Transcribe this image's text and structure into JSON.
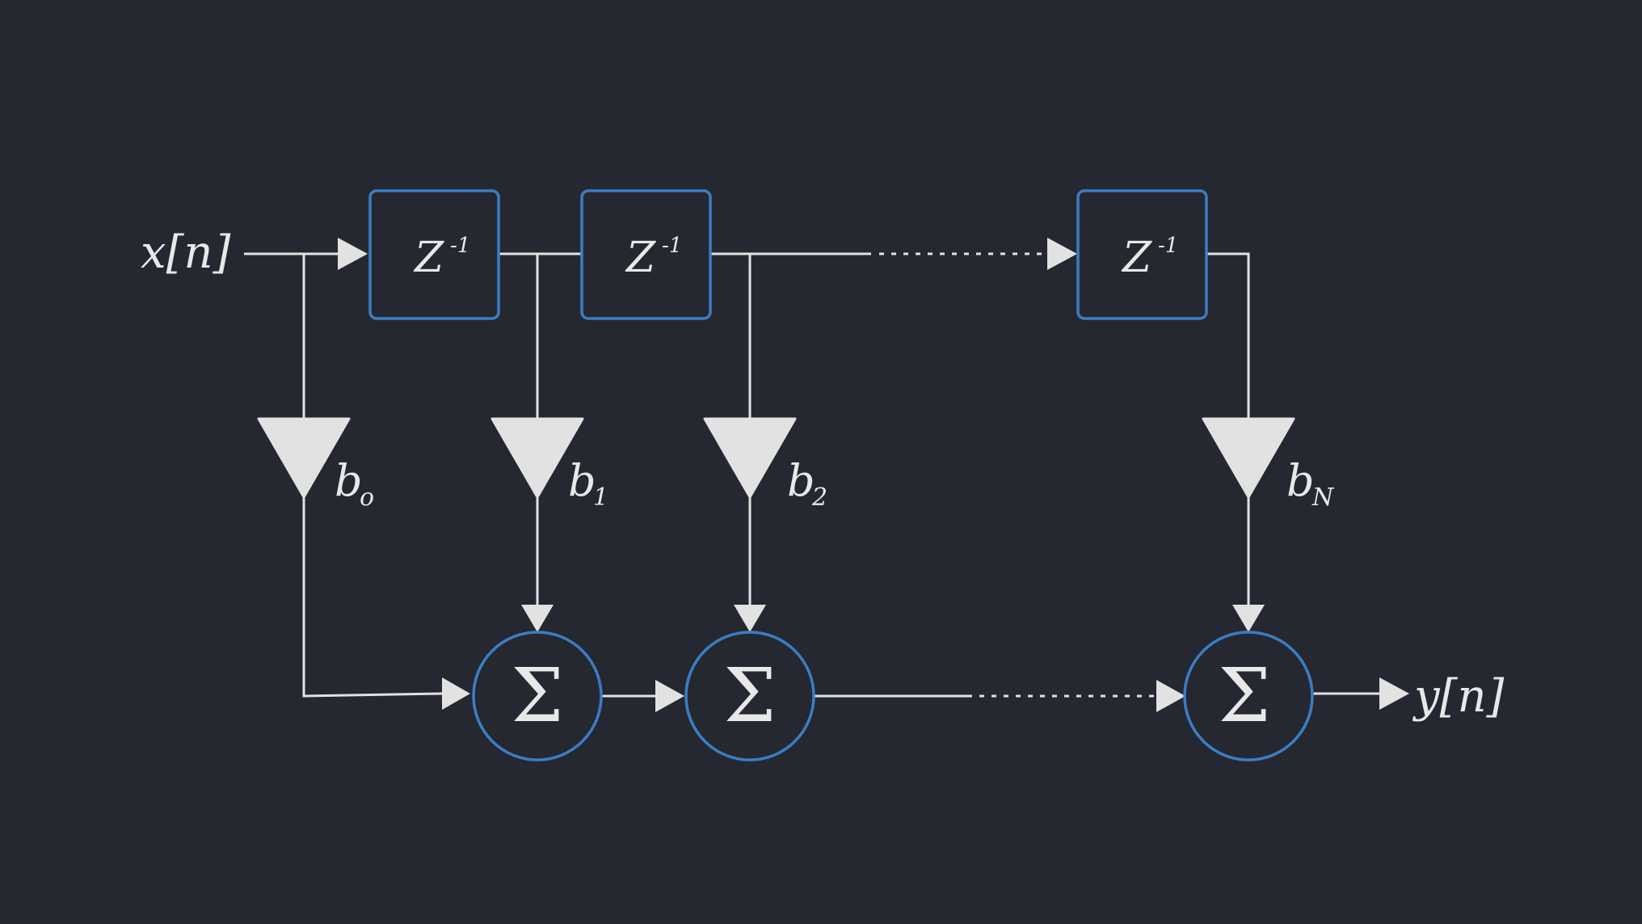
{
  "input_label": "x[n]",
  "output_label": "y[n]",
  "delay": {
    "base": "Z",
    "exponent": "-1"
  },
  "sum_symbol": "Σ",
  "coefficients": [
    {
      "base": "b",
      "sub": "o"
    },
    {
      "base": "b",
      "sub": "1"
    },
    {
      "base": "b",
      "sub": "2"
    },
    {
      "base": "b",
      "sub": "N"
    }
  ],
  "colors": {
    "background": "#252830",
    "line": "#e2e2e2",
    "block_border": "#3b7dc4"
  }
}
